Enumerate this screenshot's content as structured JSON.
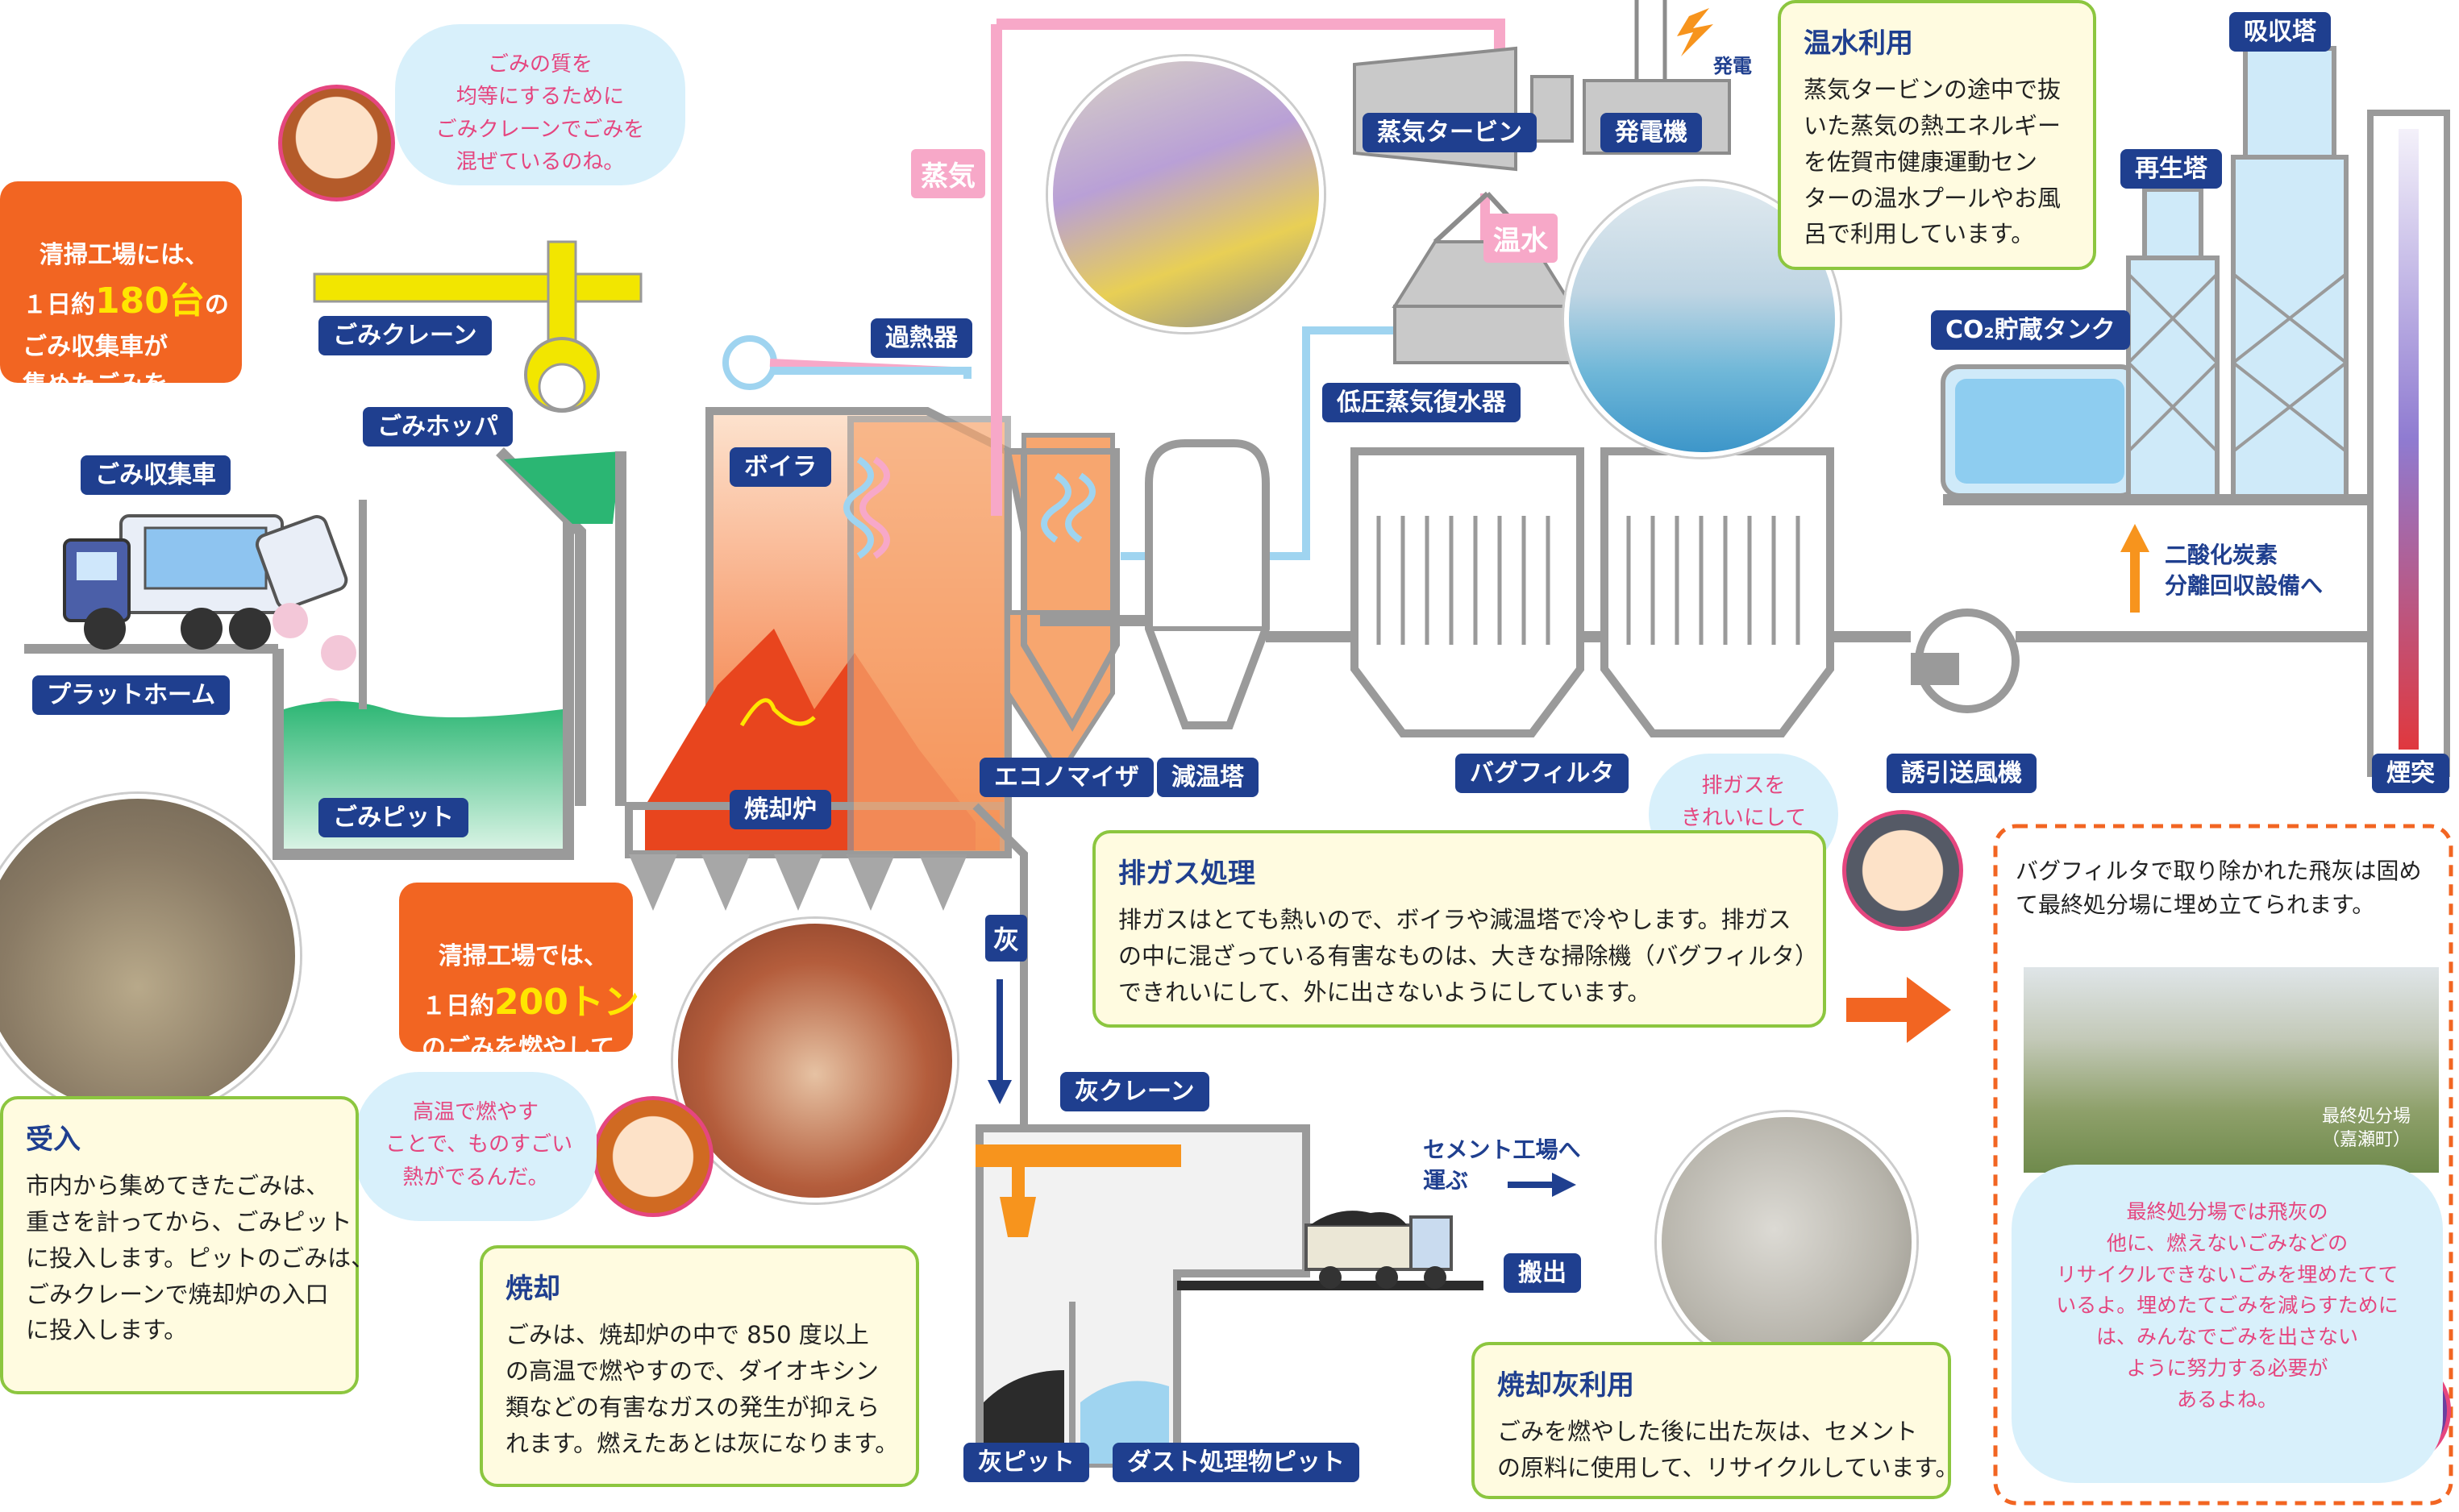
{
  "labels": {
    "platform": "プラットホーム",
    "truck": "ごみ収集車",
    "crane": "ごみクレーン",
    "hopper": "ごみホッパ",
    "pit": "ごみピット",
    "boiler": "ボイラ",
    "furnace": "焼却炉",
    "superheater": "過熱器",
    "steam": "蒸気",
    "turbine": "蒸気タービン",
    "generator": "発電機",
    "power": "発電",
    "warm_water": "温水",
    "condenser": "低圧蒸気復水器",
    "economizer": "エコノマイザ",
    "cooling_tower": "減温塔",
    "bag_filter": "バグフィルタ",
    "fan": "誘引送風機",
    "chimney": "煙突",
    "co2_tank": "CO₂貯蔵タンク",
    "regen_tower": "再生塔",
    "absorb_tower": "吸収塔",
    "co2_arrow": "二酸化炭素\n分離回収設備へ",
    "ash": "灰",
    "ash_crane": "灰クレーン",
    "ash_pit": "灰ピット",
    "dust_pit": "ダスト処理物ピット",
    "cement": "セメント工場へ\n運ぶ",
    "carry_out": "搬出",
    "landfill_caption": "最終処分場\n（嘉瀬町）"
  },
  "notes": {
    "trucks_prefix": "清掃工場には、\n１日約",
    "trucks_num": "180台",
    "trucks_suffix": "の\nごみ収集車が\n集めたごみを\n運んできます。",
    "burn_prefix": "清掃工場では、\n１日約",
    "burn_num": "200トン",
    "burn_suffix": "\nのごみを燃やして\nいます。"
  },
  "clouds": {
    "girl": "ごみの質を\n均等にするために\nごみクレーンでごみを\n混ぜているのね。",
    "boy1": "高温で燃やす\nことで、ものすごい\n熱がでるんだ。",
    "man": "排ガスを\nきれいにして\nいるんだね。",
    "woman": "最終処分場では飛灰の\n他に、燃えないごみなどの\nリサイクルできないごみを埋めたてて\nいるよ。埋めたてごみを減らすために\nは、みんなでごみを出さない\nように努力する必要が\nあるよね。"
  },
  "boxes": {
    "receive_title": "受入",
    "receive_body": "市内から集めてきたごみは、\n重さを計ってから、ごみピット\nに投入します。ピットのごみは、\nごみクレーンで焼却炉の入口\nに投入します。",
    "burn_title": "焼却",
    "burn_body": "ごみは、焼却炉の中で 850 度以上\nの高温で燃やすので、ダイオキシン\n類などの有害なガスの発生が抑えら\nれます。燃えたあとは灰になります。",
    "gas_title": "排ガス処理",
    "gas_body": "排ガスはとても熱いので、ボイラや減温塔で冷やします。排ガス\nの中に混ざっている有害なものは、大きな掃除機（バグフィルタ）\nできれいにして、外に出さないようにしています。",
    "warm_title": "温水利用",
    "warm_body": "蒸気タービンの途中で抜\nいた蒸気の熱エネルギー\nを佐賀市健康運動セン\nターの温水プールやお風\n呂で利用しています。",
    "ashuse_title": "焼却灰利用",
    "ashuse_body": "ごみを燃やした後に出た灰は、セメント\nの原料に使用して、リサイクルしています。",
    "flyash_body": "バグフィルタで取り除かれた飛灰は固め\nて最終処分場に埋め立てられます。"
  },
  "colors": {
    "label_bg": "#1f3f8f",
    "frame_line": "#9a9a9a",
    "furnace_orange": "#f26522",
    "pit_green": "#2bb673",
    "steam_pink": "#f7a8c8",
    "water_blue": "#9fd4f0",
    "box_border": "#8cc63f",
    "box_fill": "#fffbe0"
  }
}
